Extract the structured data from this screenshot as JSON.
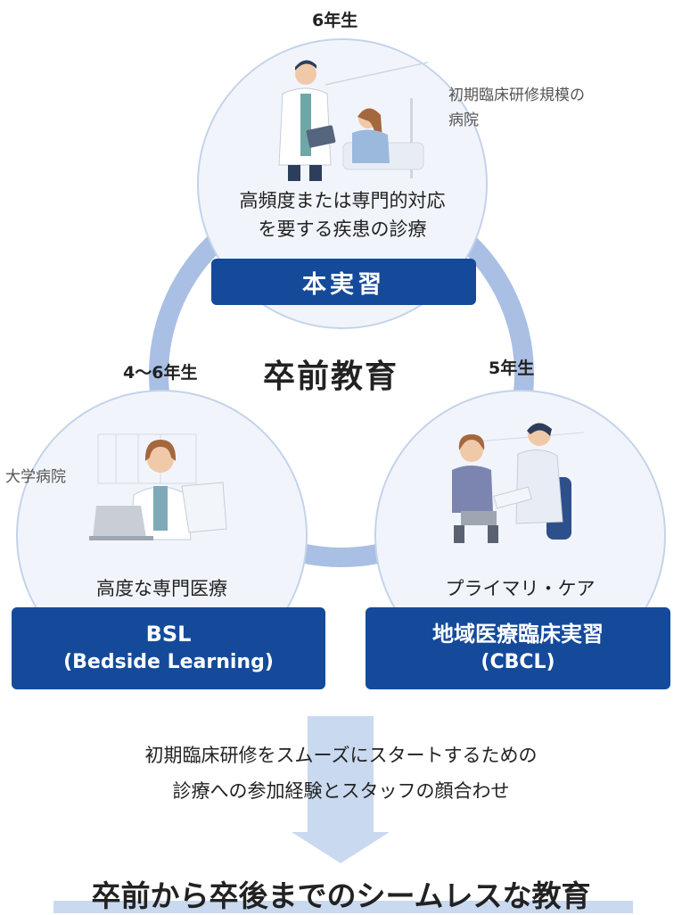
{
  "colors": {
    "navy": "#154a9a",
    "ring": "#a9bfe4",
    "circle_fill": "#f1f5fb"
  },
  "top": {
    "year": "6年生",
    "note_line1": "初期臨床研修規模の",
    "note_line2": "病院",
    "desc_line1": "高頻度または専門的対応",
    "desc_line2": "を要する疾患の診療",
    "label": "本実習"
  },
  "center": {
    "title": "卒前教育"
  },
  "left": {
    "year": "4〜6年生",
    "note": "大学病院",
    "desc": "高度な専門医療",
    "label_line1": "BSL",
    "label_line2": "(Bedside Learning)"
  },
  "right": {
    "year": "5年生",
    "desc": "プライマリ・ケア",
    "label_line1": "地域医療臨床実習",
    "label_line2": "(CBCL)"
  },
  "bottom": {
    "desc_line1": "初期臨床研修をスムーズにスタートするための",
    "desc_line2": "診療への参加経験とスタッフの顔合わせ",
    "title": "卒前から卒後までのシームレスな教育"
  }
}
